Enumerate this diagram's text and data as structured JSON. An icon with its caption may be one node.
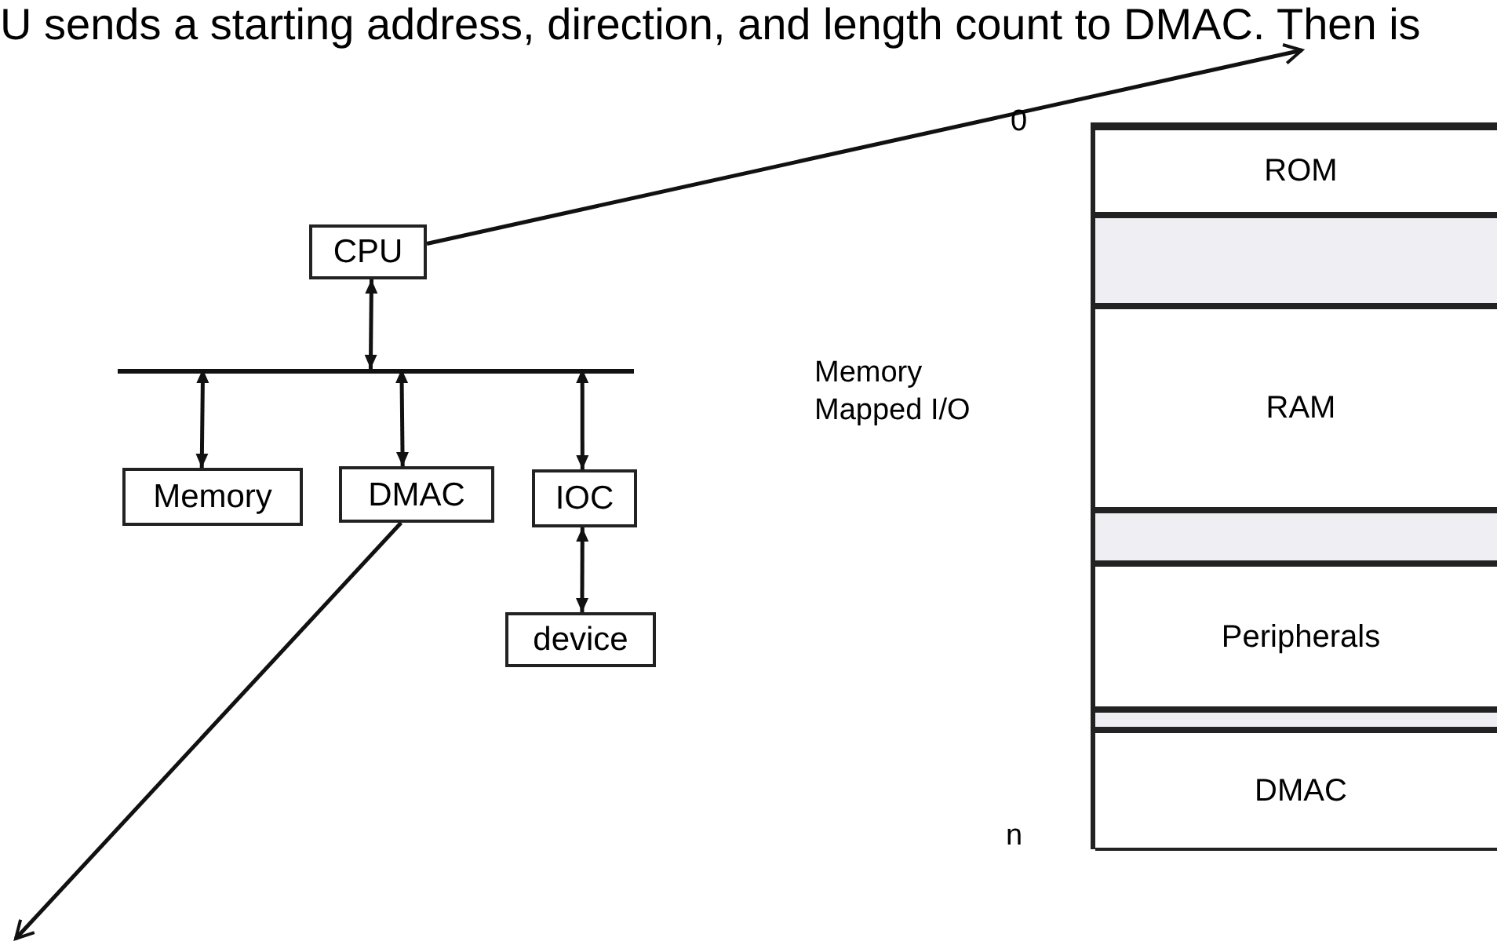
{
  "diagram": {
    "nodes": [
      {
        "text": [
          "U sends a starting address, direction, and length count to DMAC. Then is"
        ]
      },
      {
        "text": [
          "CPU"
        ]
      },
      {
        "text": [],
        "shape": "bar"
      },
      {
        "text": [
          "Memory"
        ]
      },
      {
        "text": [
          "DMAC"
        ]
      },
      {
        "text": [
          "IOC"
        ]
      },
      {
        "text": [
          "device"
        ]
      },
      {
        "text": [],
        "shape": "box"
      },
      {
        "text": [
          "ROM"
        ],
        "in": 7
      },
      {
        "text": [],
        "shape": "bar",
        "in": 7
      },
      {
        "text": [
          "RAM"
        ],
        "in": 7
      },
      {
        "text": [],
        "shape": "bar",
        "in": 7
      },
      {
        "text": [
          "Peripherals"
        ],
        "in": 7
      },
      {
        "text": [],
        "shape": "bar",
        "in": 7
      },
      {
        "text": [
          "DMAC"
        ],
        "in": 7
      }
    ],
    "edges": [
      {
        "from": 1,
        "to": 0,
        "arrow": "to"
      },
      {
        "from": 1,
        "to": 2,
        "arrow": "both"
      },
      {
        "from": 2,
        "to": 3,
        "arrow": "both"
      },
      {
        "from": 2,
        "to": 4,
        "arrow": "both"
      },
      {
        "from": 2,
        "to": 5,
        "arrow": "both"
      },
      {
        "from": 5,
        "to": 6,
        "arrow": "both"
      },
      {
        "from": 4,
        "to": null,
        "arrow": "to"
      }
    ],
    "labels": [
      "0",
      "Memory Mapped I/O",
      "n"
    ]
  }
}
